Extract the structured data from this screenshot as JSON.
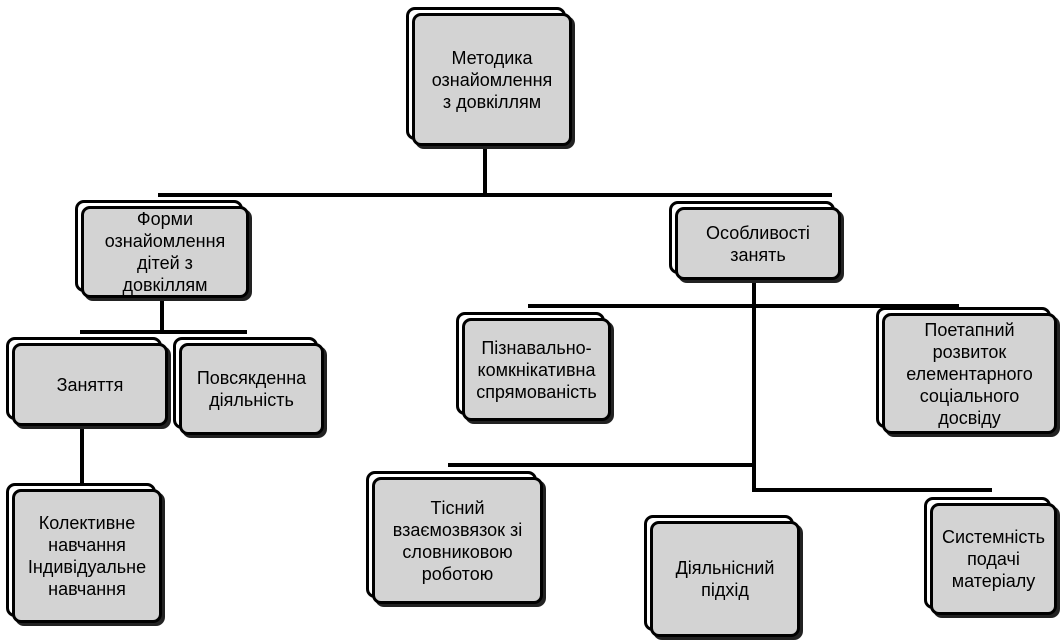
{
  "nodes": {
    "root": "Методика\nознайомлення\nз довкіллям",
    "forms": "Форми\nознайомлення\nдітей з\nдовкіллям",
    "features": "Особливості\nзанять",
    "lessons": "Заняття",
    "everyday": "Повсякденна\nдіяльність",
    "collective": "Колективне\nнавчання\nІндивідуальне\nнавчання",
    "cognitive": "Пізнавально-\nкомкнікативна\nспрямованість",
    "stages": "Поетапний\nрозвиток\nелементарного\nсоціального\nдосвіду",
    "vocabulary": "Тісний\nвзаємозвязок зі\nсловниковою\nроботою",
    "activity": "Діяльнісний\nпідхід",
    "systematic": "Системність\nподачі\nматеріалу"
  }
}
